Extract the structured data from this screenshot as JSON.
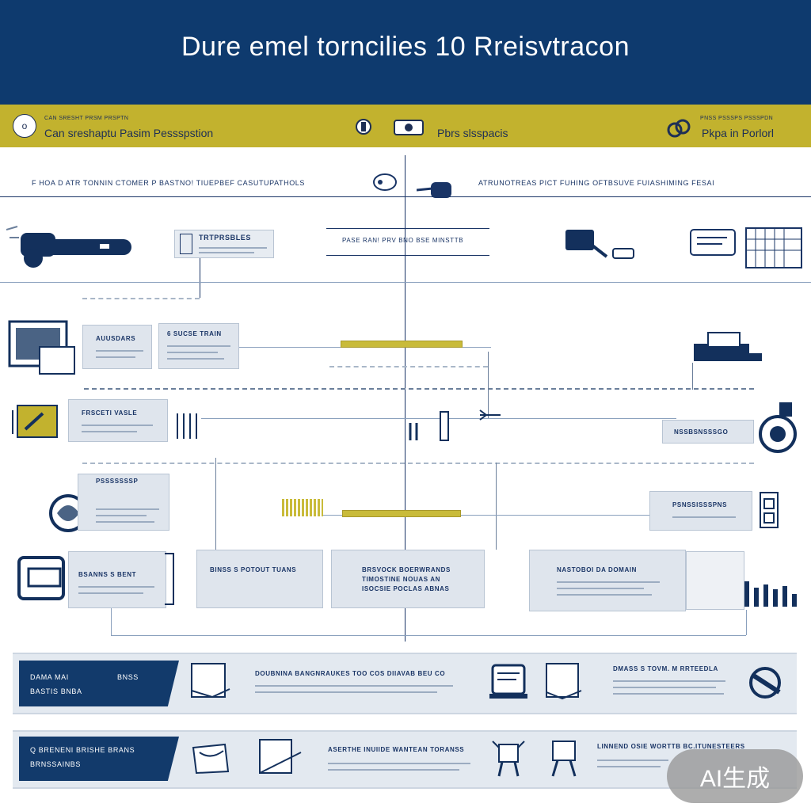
{
  "header": {
    "title": "Dure emel torncilies 10 Rreisvtracon"
  },
  "ribbon": {
    "left_small": "CAN SRESHT PRSM PRSPTN",
    "left_label": "Can sreshaptu Pasim Pessspstion",
    "center_label": "Pbrs slsspacis",
    "right_small": "PNSS PSSSPS PSSSPDN",
    "right_label": "Pkpa in Porlorl"
  },
  "top_row": {
    "left_heading": "F HOA D  ATR TONNIN CTOMER P BASTNO! TIUEPBEF CASUTUPATHOLS",
    "right_heading": "ATRUNOTREAS PICT FUHING OFTBSUVE FUIASHIMING FESAI",
    "card_title": "TRTPRSBLES",
    "center_caption": "PASE RAN! PRV BNO BSE MINSTTB"
  },
  "middle": {
    "card_a_title": "AUUSDARS",
    "card_b_title": "6 SUCSE TRAIN",
    "card_c_title": "FRSCETI VASLE",
    "card_d_title": "NSSBSNSSSGO",
    "card_e_title": "PSSSSSSSP",
    "card_f_title": "PSNSSISSSPNS"
  },
  "row_cards": {
    "card_1": "BSANNS S BENT",
    "card_2": "BINSS S  POTOUT TUANS",
    "card_3_line1": "BRSVOCK  BOERWRANDS",
    "card_3_line2": "TIMOSTINE NOUAS AN",
    "card_3_line3": "ISOCSIE POCLAS ABNAS",
    "card_4": "NASTOBOI DA DOMAIN"
  },
  "bands": {
    "band1_tab_line1": "DAMA MAI",
    "band1_tab_word": "BNSS",
    "band1_tab_line2": "BASTIS BNBA",
    "band1_heading": "DOUBNINA BANGNRAUKES TOO  COS DIIAVAB  BEU CO",
    "band1_right": "DMASS S  TOVM. M RRTEEDLA",
    "band2_tab_line1": "Q BRENENI BRISHE BRANS",
    "band2_tab_line2": "BRNSSAINBS",
    "band2_heading": "ASERTHE INUIIDE WANTEAN TORANSS",
    "band2_right": "LINNEND OSIE WORTTB  BC.ITUNESTEERS"
  },
  "badge": {
    "text": "AI生成"
  },
  "colors": {
    "navy": "#0e3a6e",
    "gold": "#c2b22e",
    "panel": "#dfe5ed"
  }
}
